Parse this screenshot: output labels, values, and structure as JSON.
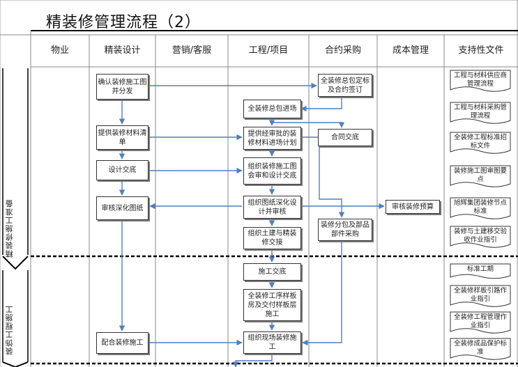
{
  "title": "精装修管理流程（2）",
  "columns": [
    "物业",
    "精装设计",
    "营销/客服",
    "工程/项目",
    "合约采购",
    "成本管理",
    "支持性文件"
  ],
  "phases": [
    "精装修施工准备",
    "装饰工程施工"
  ],
  "boxes": {
    "design_confirm": "确认装修施工图并分发",
    "design_materials": "提供装修材料清单",
    "design_disclosure": "设计交底",
    "design_review": "审核深化图纸",
    "design_cooperate": "配合装修施工",
    "eng_contractor_entry": "全装修总包进场",
    "eng_material_plan": "提供经审批的装修材料进场计划",
    "eng_drawing_review": "组织装修施工图会审和设计交底",
    "eng_deepen_submit": "组织图纸深化设计并审核",
    "eng_civil_handover": "组织土建与精装修交接",
    "eng_construction_disclosure": "施工交底",
    "eng_sample_rooms": "全装修工序样板房及交付样板层施工",
    "eng_site_construction": "组织现场装修施工",
    "pur_contract_sign": "全装修总包定标及合约签订",
    "pur_contract_disclosure": "合同交底",
    "pur_sub_procurement": "装修分包及部品部件采购",
    "cost_budget_review": "审核装修预算"
  },
  "docs": [
    "工程与材料供应商管理流程",
    "工程与材料采购管理流程",
    "全装修工程标准招标文件",
    "装修施工图审图要点",
    "旭辉集团装修节点标准",
    "装修与土建移交验收作业指引",
    "标准工期",
    "全装修样板引路作业指引",
    "全装修工程管理作业指引",
    "全装修成品保护标准"
  ],
  "colors": {
    "arrow": "#4f7fbf",
    "border": "#333333",
    "grid": "#888888"
  }
}
